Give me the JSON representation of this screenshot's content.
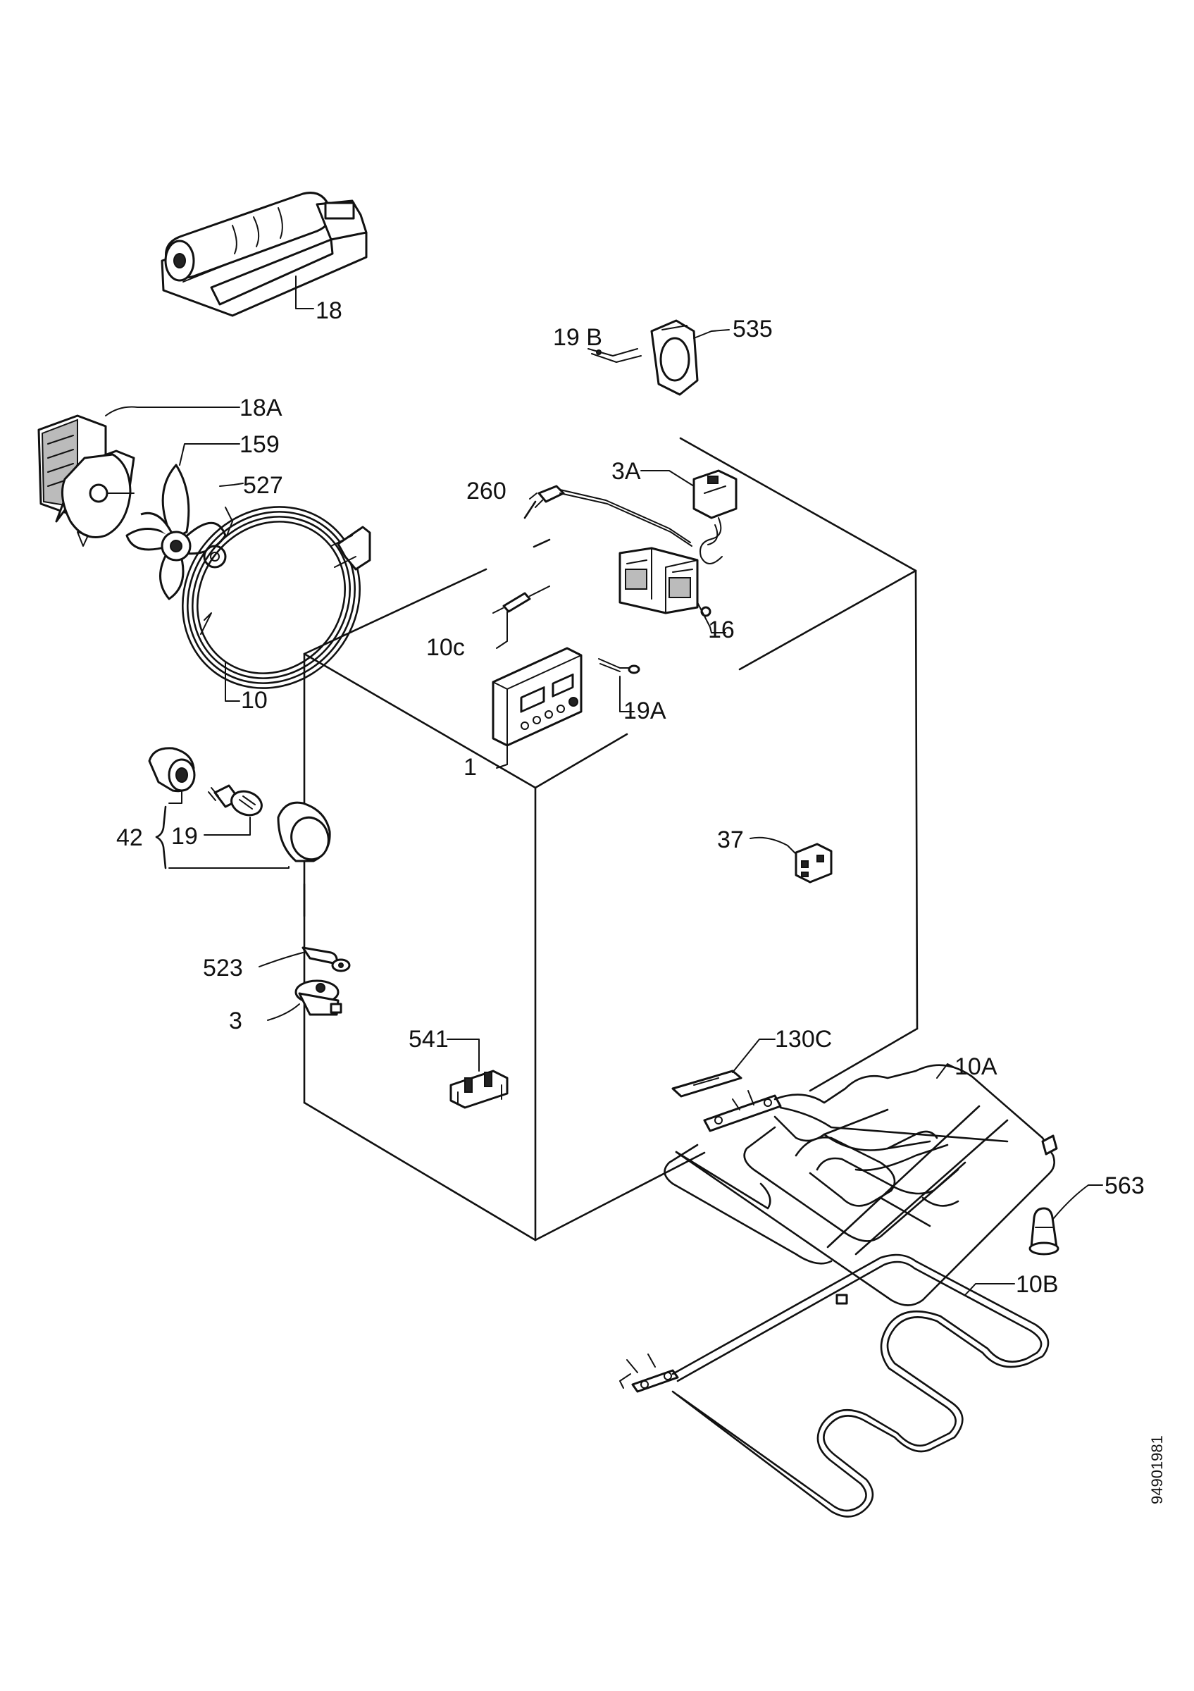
{
  "labels": {
    "l18": "18",
    "l19b": "19 B",
    "l535": "535",
    "l18a": "18A",
    "l159": "159",
    "l527": "527",
    "l260": "260",
    "l3a": "3A",
    "l16": "16",
    "l10c": "10c",
    "l19a": "19A",
    "l10": "10",
    "l1": "1",
    "l42": "42",
    "l19": "19",
    "l37": "37",
    "l523": "523",
    "l3": "3",
    "l541": "541",
    "l130c": "130C",
    "l10a": "10A",
    "l563": "563",
    "l10b": "10B"
  },
  "doc_number": "94901981"
}
